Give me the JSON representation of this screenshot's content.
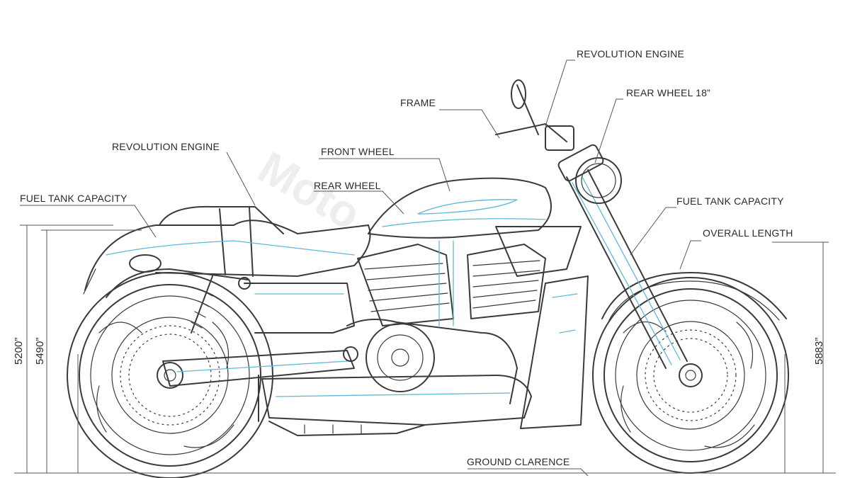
{
  "diagram": {
    "watermark": "Moto",
    "labels": {
      "revolution_engine_top": "REVOLUTION ENGINE",
      "rear_wheel_18": "REAR WHEEL 18”",
      "frame": "FRAME",
      "revolution_engine_left": "REVOLUTION ENGINE",
      "front_wheel": "FRONT WHEEL",
      "rear_wheel": "REAR WHEEL",
      "fuel_tank_left": "FUEL TANK CAPACITY",
      "fuel_tank_right": "FUEL TANK CAPACITY",
      "overall_length": "OVERALL LENGTH",
      "ground_clearance": "GROUND CLARENCE"
    },
    "dimensions": {
      "left_outer": "5200”",
      "left_inner": "5490”",
      "right": "5883”"
    }
  }
}
